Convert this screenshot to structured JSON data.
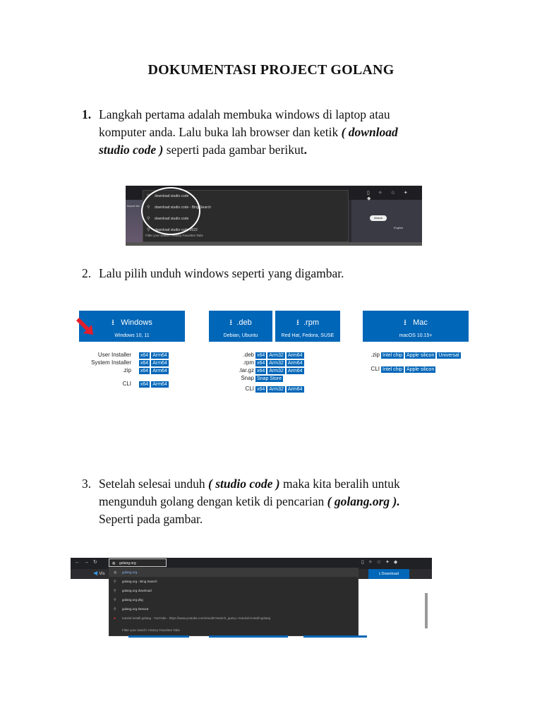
{
  "title": "DOKUMENTASI PROJECT GOLANG",
  "step1": {
    "number": "1.",
    "line1": "Langkah pertama adalah membuka windows di laptop atau",
    "line2a": "komputer anda. Lalu buka lah browser dan ketik ",
    "line2b": "( download",
    "line3a": "studio code )",
    "line3b": " seperti pada gambar berikut",
    "line3c": "."
  },
  "shot1": {
    "search_value": "download studio code",
    "suggestions": [
      "download studio code - Bing Search",
      "download studio code",
      "download studio code 2022"
    ],
    "footer": "Filter your search:   History   Favorites   Tabs",
    "side_button": "Masuk",
    "side_lang": "English",
    "import_label": "Import fav"
  },
  "step2": {
    "number": "2.",
    "text": "Lalu pilih unduh windows seperti yang digambar."
  },
  "shot2": {
    "windows": {
      "name": "Windows",
      "sub": "Windows 10, 11"
    },
    "deb": {
      "name": ".deb",
      "sub": "Debian, Ubuntu"
    },
    "rpm": {
      "name": ".rpm",
      "sub": "Red Hat, Fedora, SUSE"
    },
    "mac": {
      "name": "Mac",
      "sub": "macOS 10.15+"
    },
    "win_options": [
      {
        "label": "User Installer",
        "tags": [
          "x64",
          "Arm64"
        ]
      },
      {
        "label": "System Installer",
        "tags": [
          "x64",
          "Arm64"
        ]
      },
      {
        "label": ".zip",
        "tags": [
          "x64",
          "Arm64"
        ]
      },
      {
        "label": "CLI",
        "tags": [
          "x64",
          "Arm64"
        ]
      }
    ],
    "linux_options": [
      {
        "label": ".deb",
        "tags": [
          "x64",
          "Arm32",
          "Arm64"
        ]
      },
      {
        "label": ".rpm",
        "tags": [
          "x64",
          "Arm32",
          "Arm64"
        ]
      },
      {
        "label": ".tar.gz",
        "tags": [
          "x64",
          "Arm32",
          "Arm64"
        ]
      },
      {
        "label": "Snap",
        "tags": [
          "Snap Store"
        ]
      },
      {
        "label": "CLI",
        "tags": [
          "x64",
          "Arm32",
          "Arm64"
        ]
      }
    ],
    "mac_options": [
      {
        "label": ".zip",
        "tags": [
          "Intel chip",
          "Apple silicon",
          "Universal"
        ]
      },
      {
        "label": "CLI",
        "tags": [
          "Intel chip",
          "Apple silicon"
        ]
      }
    ]
  },
  "step3": {
    "number": "3.",
    "line1a": " Setelah selesai unduh ",
    "line1b": "( studio code )",
    "line1c": " maka kita beralih untuk",
    "line2a": "mengunduh golang dengan ketik di pencarian ",
    "line2b": "( golang.org ).",
    "line3": "Seperti pada gambar."
  },
  "shot3": {
    "address": "golang.org",
    "vs_label": "Vis",
    "download_btn": "Download",
    "rows": [
      "golang.org",
      "golang.org - Bing Search",
      "golang.org download",
      "golang.org pkg",
      "golang.org timeout",
      "tutorial install golang - YouTube - https://www.youtube.com/results?search_query=+tutorial+install+golang"
    ],
    "footer": "Filter your search:   History   Favorites   Tabs"
  }
}
